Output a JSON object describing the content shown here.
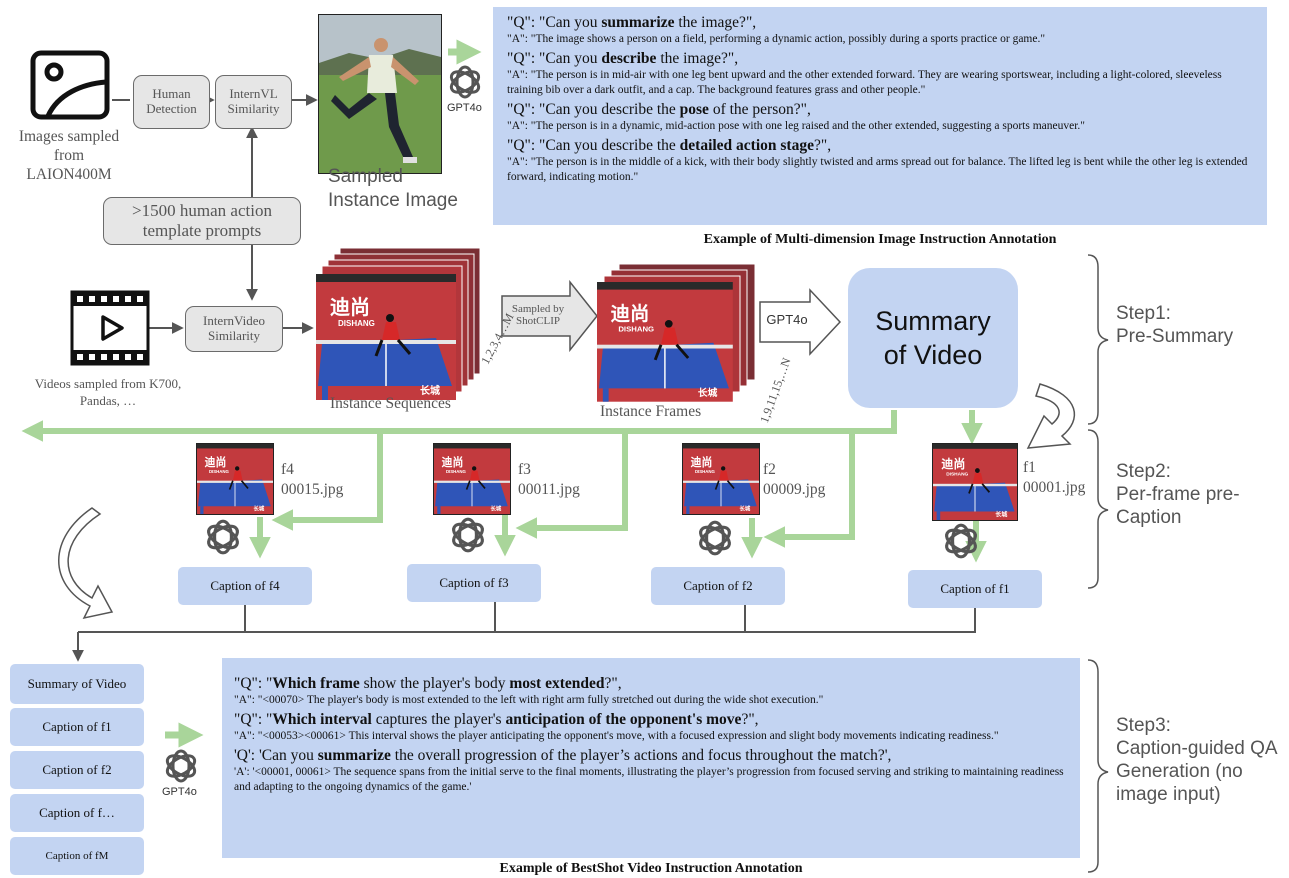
{
  "sources": {
    "images_label": "Images sampled from LAION400M",
    "videos_label": "Videos sampled from K700, Pandas, …",
    "human_detection": "Human Detection",
    "internvl_similarity": "InternVL Similarity",
    "prompts_label": ">1500 human action template prompts",
    "internvideo_similarity": "InternVideo Similarity"
  },
  "image_branch": {
    "sampled_instance_label": "Sampled Instance Image",
    "gpt_label": "GPT4o",
    "qa": [
      {
        "q_pre": "\"Q\": \"Can you ",
        "q_bold": "summarize",
        "q_post": " the image?\",",
        "a": "\"A\": \"The image shows a person on a field, performing a dynamic action, possibly during a sports practice or game.\""
      },
      {
        "q_pre": "\"Q\": \"Can you ",
        "q_bold": "describe",
        "q_post": " the image?\",",
        "a": "\"A\": \"The person is in mid-air with one leg bent upward and the other extended forward. They are wearing sportswear, including a light-colored, sleeveless training bib over a dark outfit, and a cap. The background features grass and other people.\""
      },
      {
        "q_pre": "\"Q\": \"Can you describe the ",
        "q_bold": "pose",
        "q_post": " of the person?\",",
        "a": "\"A\": \"The person is in a dynamic, mid-action pose with one leg raised and the other extended, suggesting a sports maneuver.\""
      },
      {
        "q_pre": "\"Q\": \"Can you describe the ",
        "q_bold": "detailed action stage",
        "q_post": "?\",",
        "a": "\"A\": \"The person is in the middle of a kick, with their body slightly twisted and arms spread out for balance. The lifted leg is bent while the other leg is extended forward, indicating motion.\""
      }
    ],
    "caption": "Example of Multi-dimension Image Instruction Annotation"
  },
  "video_branch": {
    "instance_sequences_label": "Instance Sequences",
    "seq_indices": "1,2,3,4…M",
    "sampled_by": "Sampled by ShotCLIP",
    "instance_frames_label": "Instance Frames",
    "frame_indices": "1,9,11,15,…N",
    "gpt_arrow_label": "GPT4o",
    "summary_label": "Summary of Video",
    "frames": [
      {
        "id": "f4",
        "file": "00015.jpg",
        "caption": "Caption of f4"
      },
      {
        "id": "f3",
        "file": "00011.jpg",
        "caption": "Caption of f3"
      },
      {
        "id": "f2",
        "file": "00009.jpg",
        "caption": "Caption of f2"
      },
      {
        "id": "f1",
        "file": "00001.jpg",
        "caption": "Caption of f1"
      }
    ]
  },
  "qa_inputs": [
    "Summary of Video",
    "Caption of f1",
    "Caption of f2",
    "Caption of f…",
    "Caption of fM"
  ],
  "video_qa": {
    "gpt_label": "GPT4o",
    "items": [
      {
        "q_pre": "\"Q\": \"",
        "q_b1": "Which frame",
        "q_mid": " show the player's body ",
        "q_b2": "most extended",
        "q_post": "?\",",
        "a": "\"A\": \"<00070> The player's body is most extended to the left with right arm fully stretched out during the wide shot execution.\""
      },
      {
        "q_pre": "\"Q\": \"",
        "q_b1": "Which interval",
        "q_mid": " captures the player's ",
        "q_b2": "anticipation of the opponent's move",
        "q_post": "?\",",
        "a": "\"A\": \"<00053><00061> This interval shows the player anticipating the opponent's move, with a focused expression and slight body movements indicating readiness.\""
      },
      {
        "q_pre": "'Q': 'Can you ",
        "q_b1": "summarize",
        "q_mid": " the overall progression of the player’s actions and focus throughout the match?',",
        "q_b2": "",
        "q_post": "",
        "a": "'A': '<00001, 00061> The sequence spans from the initial serve to the final moments, illustrating the player’s progression from focused serving and striking to maintaining readiness and adapting to the ongoing dynamics of the game.'"
      }
    ],
    "caption": "Example of BestShot Video Instruction Annotation"
  },
  "steps": [
    {
      "name": "Step1:",
      "desc": "Pre-Summary"
    },
    {
      "name": "Step2:",
      "desc": "Per-frame pre-Caption"
    },
    {
      "name": "Step3:",
      "desc": "Caption-guided QA Generation (no image input)"
    }
  ],
  "colors": {
    "panel": "#c3d4f2",
    "green_arrow": "#a9d59a",
    "wire": "#555555",
    "court": "#c23a3e",
    "table": "#2f55b8"
  }
}
